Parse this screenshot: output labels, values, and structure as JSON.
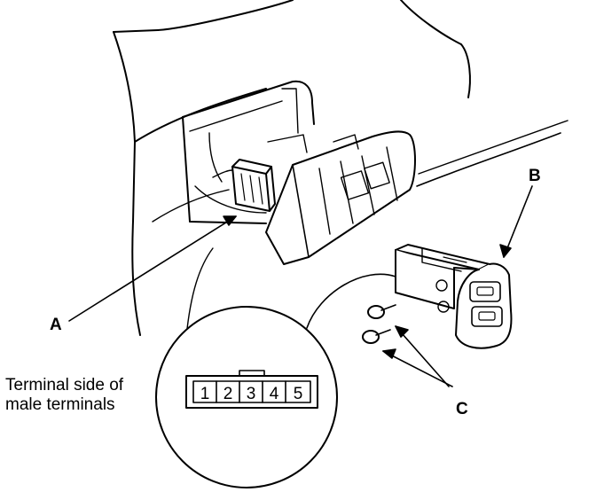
{
  "labels": {
    "A": "A",
    "B": "B",
    "C": "C"
  },
  "inset": {
    "caption_line1": "Terminal side of",
    "caption_line2": "male terminals",
    "pins": [
      "1",
      "2",
      "3",
      "4",
      "5"
    ]
  },
  "colors": {
    "line": "#000000",
    "background": "#ffffff",
    "shade": "#d9d9d9"
  }
}
